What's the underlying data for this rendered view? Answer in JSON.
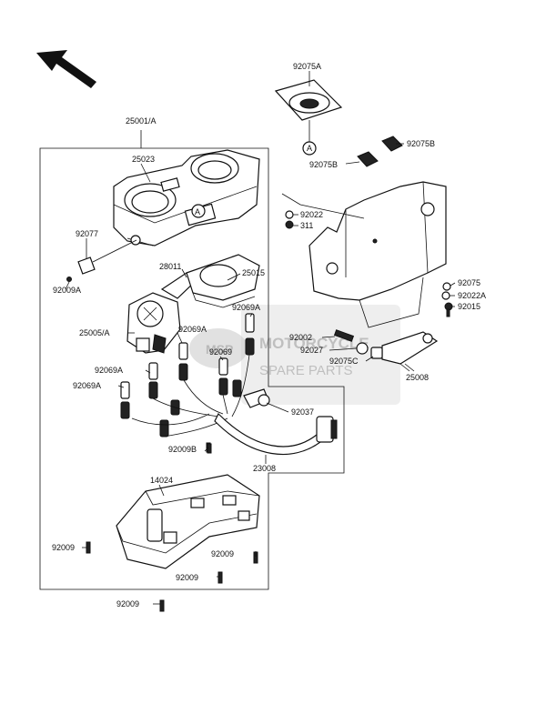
{
  "watermark": {
    "line1": "MOTORCYCLE",
    "line2": "SPARE PARTS",
    "logo": "MSP"
  },
  "labels": {
    "p25001A": "25001/A",
    "p25023": "25023",
    "p92077": "92077",
    "p92009A_top": "92009A",
    "p28011": "28011",
    "p25015": "25015",
    "p25005A": "25005/A",
    "p92069A_1": "92069A",
    "p92069A_2": "92069A",
    "p92069": "92069",
    "p92069A_3": "92069A",
    "p92069A_4": "92069A",
    "p92009B": "92009B",
    "p92037": "92037",
    "p23008": "23008",
    "p14024": "14024",
    "p92009_1": "92009",
    "p92009_2": "92009",
    "p92009_3": "92009",
    "p92009_4": "92009",
    "p92075A": "92075A",
    "p92075B": "92075B",
    "p92075B_2": "92075B",
    "p92022": "92022",
    "p311": "311",
    "p92075": "92075",
    "p92022A": "92022A",
    "p92015": "92015",
    "p92002": "92002",
    "p92027": "92027",
    "p92075C": "92075C",
    "p25008": "25008",
    "ref_a1": "A",
    "ref_a2": "A"
  }
}
